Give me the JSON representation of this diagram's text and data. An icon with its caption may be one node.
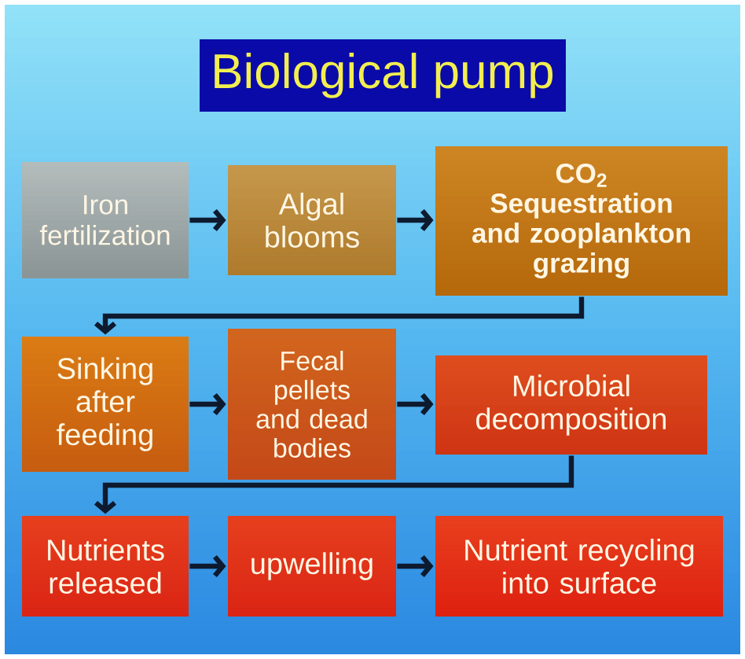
{
  "diagram": {
    "title": "Biological pump",
    "nodes": [
      {
        "text": [
          "Iron fertilization"
        ]
      },
      {
        "text": [
          "Algal blooms"
        ]
      },
      {
        "text": [
          "CO$_{2}$",
          "Sequestration and zooplankton grazing"
        ]
      },
      {
        "text": [
          "Sinking after feeding"
        ]
      },
      {
        "text": [
          "Fecal pellets and dead bodies"
        ]
      },
      {
        "text": [
          "Microbial decomposition"
        ]
      },
      {
        "text": [
          "Nutrients released"
        ]
      },
      {
        "text": [
          "upwelling"
        ]
      },
      {
        "text": [
          "Nutrient recycling into surface"
        ]
      }
    ],
    "edges": [
      {
        "from": 0,
        "to": 1,
        "arrow": "to"
      },
      {
        "from": 1,
        "to": 2,
        "arrow": "to"
      },
      {
        "from": 2,
        "to": 3,
        "arrow": "to"
      },
      {
        "from": 3,
        "to": 4,
        "arrow": "to"
      },
      {
        "from": 4,
        "to": 5,
        "arrow": "to"
      },
      {
        "from": 5,
        "to": 6,
        "arrow": "to"
      },
      {
        "from": 6,
        "to": 7,
        "arrow": "to"
      },
      {
        "from": 7,
        "to": 8,
        "arrow": "to"
      }
    ]
  }
}
